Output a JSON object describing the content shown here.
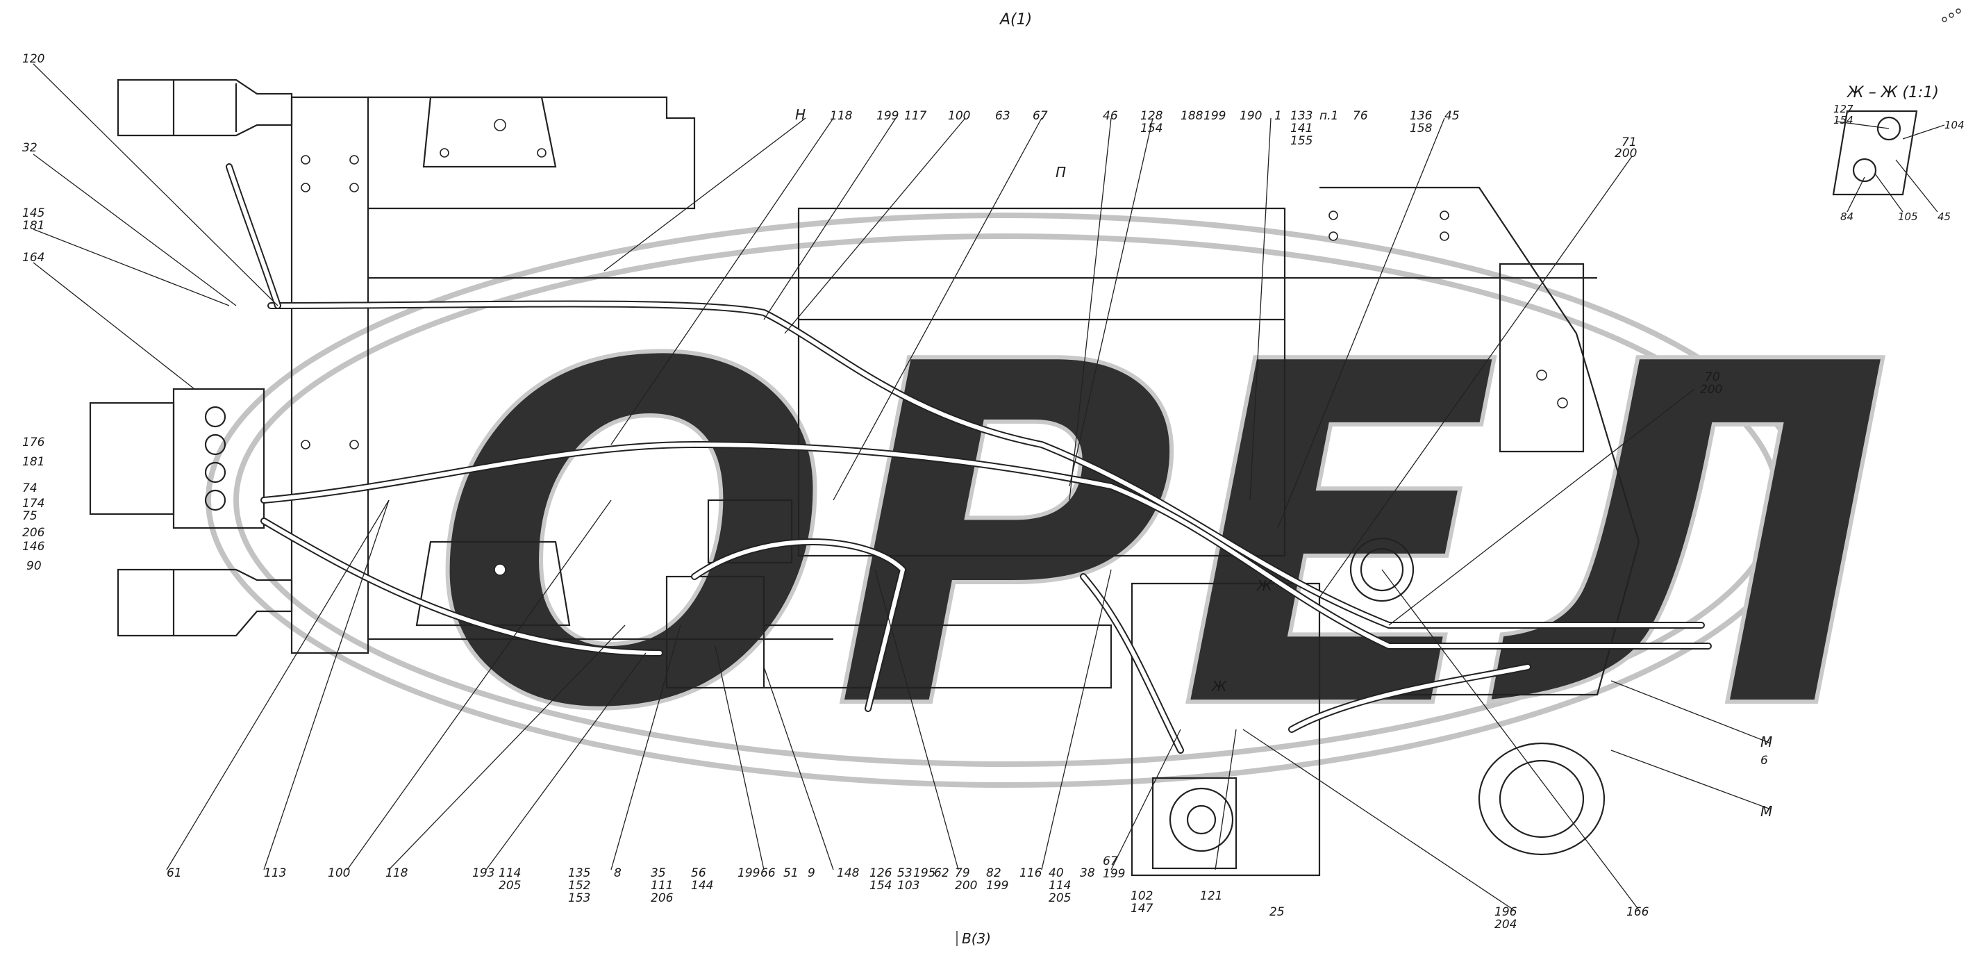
{
  "view_labels": {
    "top": "А(1)",
    "bottom": "В(3)",
    "section_title": "Ж – Ж  (1:1)",
    "section_mark": "Ж",
    "section_mark_2": "Ж",
    "view_n": "Н",
    "view_p": "П",
    "view_m1": "М",
    "view_m2": "М"
  },
  "watermark": "ОРЕЛ",
  "callouts_top": [
    {
      "label": "120"
    },
    {
      "label": "32"
    },
    {
      "label": "145",
      "sub": "181"
    },
    {
      "label": "164"
    },
    {
      "label": "Н"
    },
    {
      "label": "118"
    },
    {
      "label": "199"
    },
    {
      "label": "117"
    },
    {
      "label": "100"
    },
    {
      "label": "63"
    },
    {
      "label": "67"
    },
    {
      "label": "46"
    },
    {
      "label": "128",
      "sub": "154"
    },
    {
      "label": "188"
    },
    {
      "label": "199"
    },
    {
      "label": "190"
    },
    {
      "label": "1"
    },
    {
      "label": "133",
      "sub": "141",
      "sub2": "155"
    },
    {
      "label": "п.1"
    },
    {
      "label": "76"
    },
    {
      "label": "136",
      "sub": "158"
    },
    {
      "label": "45"
    },
    {
      "label": "71",
      "sub": "200"
    },
    {
      "label": "70",
      "sub": "200"
    }
  ],
  "callouts_left": [
    {
      "label": "176"
    },
    {
      "label": "181"
    },
    {
      "label": "74"
    },
    {
      "label": "174"
    },
    {
      "label": "75"
    },
    {
      "label": "206"
    },
    {
      "label": "146"
    },
    {
      "label": "90"
    }
  ],
  "callouts_bottom": [
    {
      "label": "61"
    },
    {
      "label": "113"
    },
    {
      "label": "100"
    },
    {
      "label": "118"
    },
    {
      "label": "193"
    },
    {
      "label": "114",
      "sub": "205"
    },
    {
      "label": "135",
      "sub": "152",
      "sub2": "153"
    },
    {
      "label": "8"
    },
    {
      "label": "35",
      "sub": "111",
      "sub2": "206"
    },
    {
      "label": "56",
      "sub": "144"
    },
    {
      "label": "199"
    },
    {
      "label": "66"
    },
    {
      "label": "51"
    },
    {
      "label": "9"
    },
    {
      "label": "148"
    },
    {
      "label": "126",
      "sub": "154"
    },
    {
      "label": "53",
      "sub": "103"
    },
    {
      "label": "195"
    },
    {
      "label": "62"
    },
    {
      "label": "79",
      "sub": "200"
    },
    {
      "label": "82",
      "sub": "199"
    },
    {
      "label": "116"
    },
    {
      "label": "40",
      "sub": "114",
      "sub2": "205"
    },
    {
      "label": "38"
    },
    {
      "label": "67",
      "sub": "199"
    },
    {
      "label": "102",
      "sub": "147"
    },
    {
      "label": "121"
    },
    {
      "label": "25"
    },
    {
      "label": "196",
      "sub": "204"
    },
    {
      "label": "166"
    }
  ],
  "callouts_right": [
    {
      "label": "М"
    },
    {
      "label": "6"
    },
    {
      "label": "М"
    }
  ],
  "section_callouts": [
    {
      "label": "127",
      "sub": "154"
    },
    {
      "label": "104"
    },
    {
      "label": "84"
    },
    {
      "label": "105"
    },
    {
      "label": "45"
    }
  ]
}
